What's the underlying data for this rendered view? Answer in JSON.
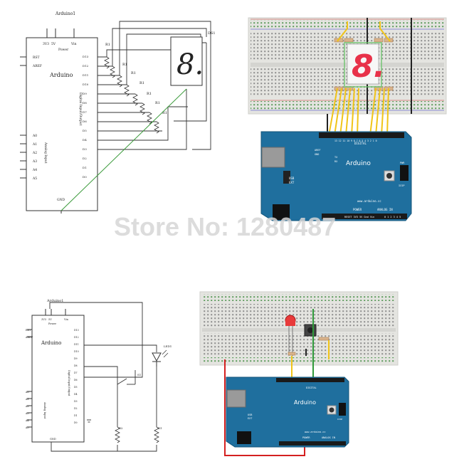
{
  "watermark": "Store No: 1280487",
  "schematic_top": {
    "chip_title": "Arduino1",
    "power_label": "Power",
    "power_pins": [
      "3V3",
      "5V",
      "Vin"
    ],
    "board_name": "Arduino",
    "left_pins": [
      "RST",
      "AREF",
      "A0",
      "A1",
      "A2",
      "A3",
      "A4",
      "A5"
    ],
    "analog_label": "Analog Input",
    "digital_label": "Digital Input/Output",
    "right_pins": [
      "D13",
      "D12",
      "D11",
      "D10",
      "D9",
      "D8",
      "D7",
      "D6",
      "D5",
      "D4",
      "D3",
      "D2",
      "D1",
      "D0"
    ],
    "gnd_label": "GND",
    "resistor_label": "R1",
    "display_label": "DS1",
    "display_digit": "8."
  },
  "breadboard_top": {
    "display_digit": "8.",
    "board_name": "Arduino",
    "site": "www.arduino.cc",
    "power_label": "POWER",
    "analog_label": "ANALOG IN",
    "digital_label": "DIGITAL",
    "power_pins": "RESET 3V3 5V Gnd Vin",
    "analog_pins": "0 1 2 3 4 5",
    "usb_label": "USB",
    "ext_label": "EXT",
    "icsp_label": "ICSP",
    "pwr_label": "PWR",
    "tx_label": "TX",
    "rx_label": "RX",
    "aref_label": "AREF",
    "gnd_label": "GND",
    "digital_pins": "13 12 11 10 9 8 7 6 5 4 3 2 1 0"
  },
  "schematic_bottom": {
    "chip_title": "Arduino1",
    "power_label": "Power",
    "power_pins": [
      "3V3",
      "5V",
      "Vin"
    ],
    "board_name": "Arduino",
    "left_pins": [
      "RST",
      "AREF",
      "A0",
      "A1",
      "A2",
      "A3",
      "A4",
      "A5"
    ],
    "analog_label": "Analog Input",
    "digital_label": "Digital Input/Output",
    "right_pins": [
      "D13",
      "D12",
      "D11",
      "D10",
      "D9",
      "D8",
      "D7",
      "D6",
      "D5",
      "D4",
      "D3",
      "D2",
      "D1",
      "D0"
    ],
    "gnd_label": "GND",
    "led_label": "LED1",
    "switch_label": "S1",
    "r2_label": "R2",
    "r1_label": "R1"
  },
  "breadboard_bottom": {
    "board_name": "Arduino",
    "site": "www.arduino.cc",
    "power_label": "POWER",
    "analog_label": "ANALOG IN",
    "digital_label": "DIGITAL",
    "icsp_label": "ICSP",
    "usb_label": "USB",
    "ext_label": "EXT"
  },
  "colors": {
    "board_blue": "#1f6f9e",
    "board_dark": "#15557a",
    "breadboard": "#e4e4e0",
    "rail_green": "#5cbf5c",
    "jumper_yellow": "#f0c419",
    "jumper_red": "#d42020",
    "jumper_green": "#2f9a3a",
    "segment_red": "#e8324a",
    "gnd_wire": "#3a9a3a"
  }
}
